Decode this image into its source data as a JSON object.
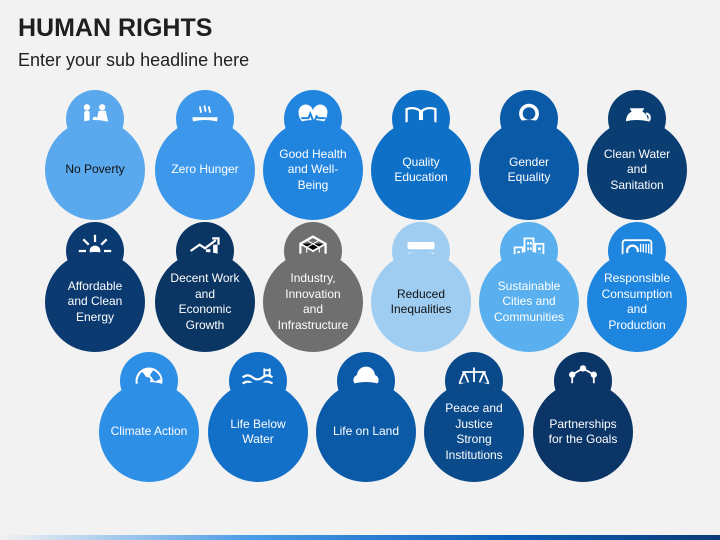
{
  "header": {
    "title": "HUMAN RIGHTS",
    "subtitle": "Enter your sub headline here"
  },
  "goals": [
    {
      "label": "No Poverty",
      "color": "#5aa8ee",
      "text_color": "dark",
      "icon": "family-icon"
    },
    {
      "label": "Zero Hunger",
      "color": "#3d97ea",
      "text_color": "light",
      "icon": "food-bowl-icon"
    },
    {
      "label": "Good Health\nand Well-\nBeing",
      "color": "#2185e0",
      "text_color": "light",
      "icon": "heart-pulse-icon"
    },
    {
      "label": "Quality\nEducation",
      "color": "#0e70c7",
      "text_color": "light",
      "icon": "book-icon"
    },
    {
      "label": "Gender\nEquality",
      "color": "#0b5aa8",
      "text_color": "light",
      "icon": "female-symbol-icon"
    },
    {
      "label": "Clean Water\nand\nSanitation",
      "color": "#0a3e72",
      "text_color": "light",
      "icon": "water-jug-icon"
    },
    {
      "label": "Affordable\nand Clean\nEnergy",
      "color": "#0a3a70",
      "text_color": "light",
      "icon": "sun-energy-icon"
    },
    {
      "label": "Decent Work\nand\nEconomic\nGrowth",
      "color": "#0b3563",
      "text_color": "light",
      "icon": "growth-chart-icon"
    },
    {
      "label": "Industry,\nInnovation\nand\nInfrastructure",
      "color": "#6f6f6f",
      "text_color": "light",
      "icon": "cube-icon"
    },
    {
      "label": "Reduced\nInequalities",
      "color": "#9fcdf2",
      "text_color": "dark",
      "icon": "equal-sign-icon"
    },
    {
      "label": "Sustainable\nCities and\nCommunities",
      "color": "#5ab0ee",
      "text_color": "light",
      "icon": "city-buildings-icon"
    },
    {
      "label": "Responsible\nConsumption\nand\nProduction",
      "color": "#1f86e0",
      "text_color": "light",
      "icon": "infinity-cycle-icon"
    },
    {
      "label": "Climate Action",
      "color": "#2d8fe6",
      "text_color": "light",
      "icon": "globe-icon"
    },
    {
      "label": "Life Below\nWater",
      "color": "#1370c9",
      "text_color": "light",
      "icon": "water-waves-icon"
    },
    {
      "label": "Life on Land",
      "color": "#0b5aa8",
      "text_color": "light",
      "icon": "tree-icon"
    },
    {
      "label": "Peace and\nJustice\nStrong\nInstitutions",
      "color": "#0a4a8a",
      "text_color": "light",
      "icon": "scales-icon"
    },
    {
      "label": "Partnerships\nfor the Goals",
      "color": "#0a3566",
      "text_color": "light",
      "icon": "network-icon"
    }
  ]
}
